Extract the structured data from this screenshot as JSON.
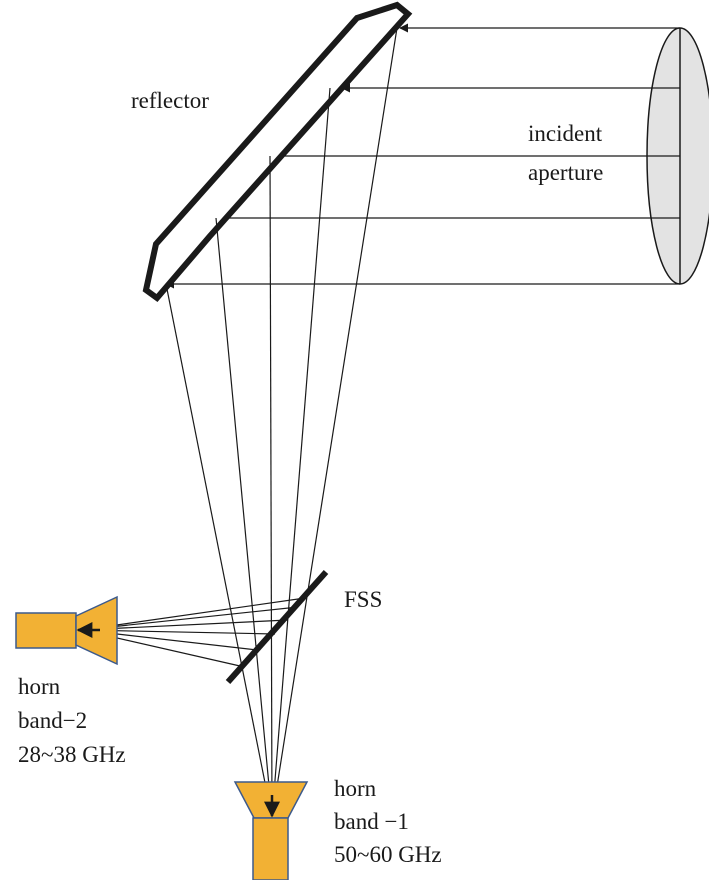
{
  "labels": {
    "reflector": "reflector",
    "incident": "incident",
    "aperture": "aperture",
    "fss": "FSS",
    "horn2": {
      "name": "horn",
      "band": "band−2",
      "freq": "28~38 GHz"
    },
    "horn1": {
      "name": "horn",
      "band": "band −1",
      "freq": "50~60 GHz"
    }
  },
  "colors": {
    "line": "#1a1a1a",
    "horn_fill": "#f2b134",
    "horn_stroke": "#3c5a8c",
    "aperture_fill": "#e3e3e3"
  }
}
